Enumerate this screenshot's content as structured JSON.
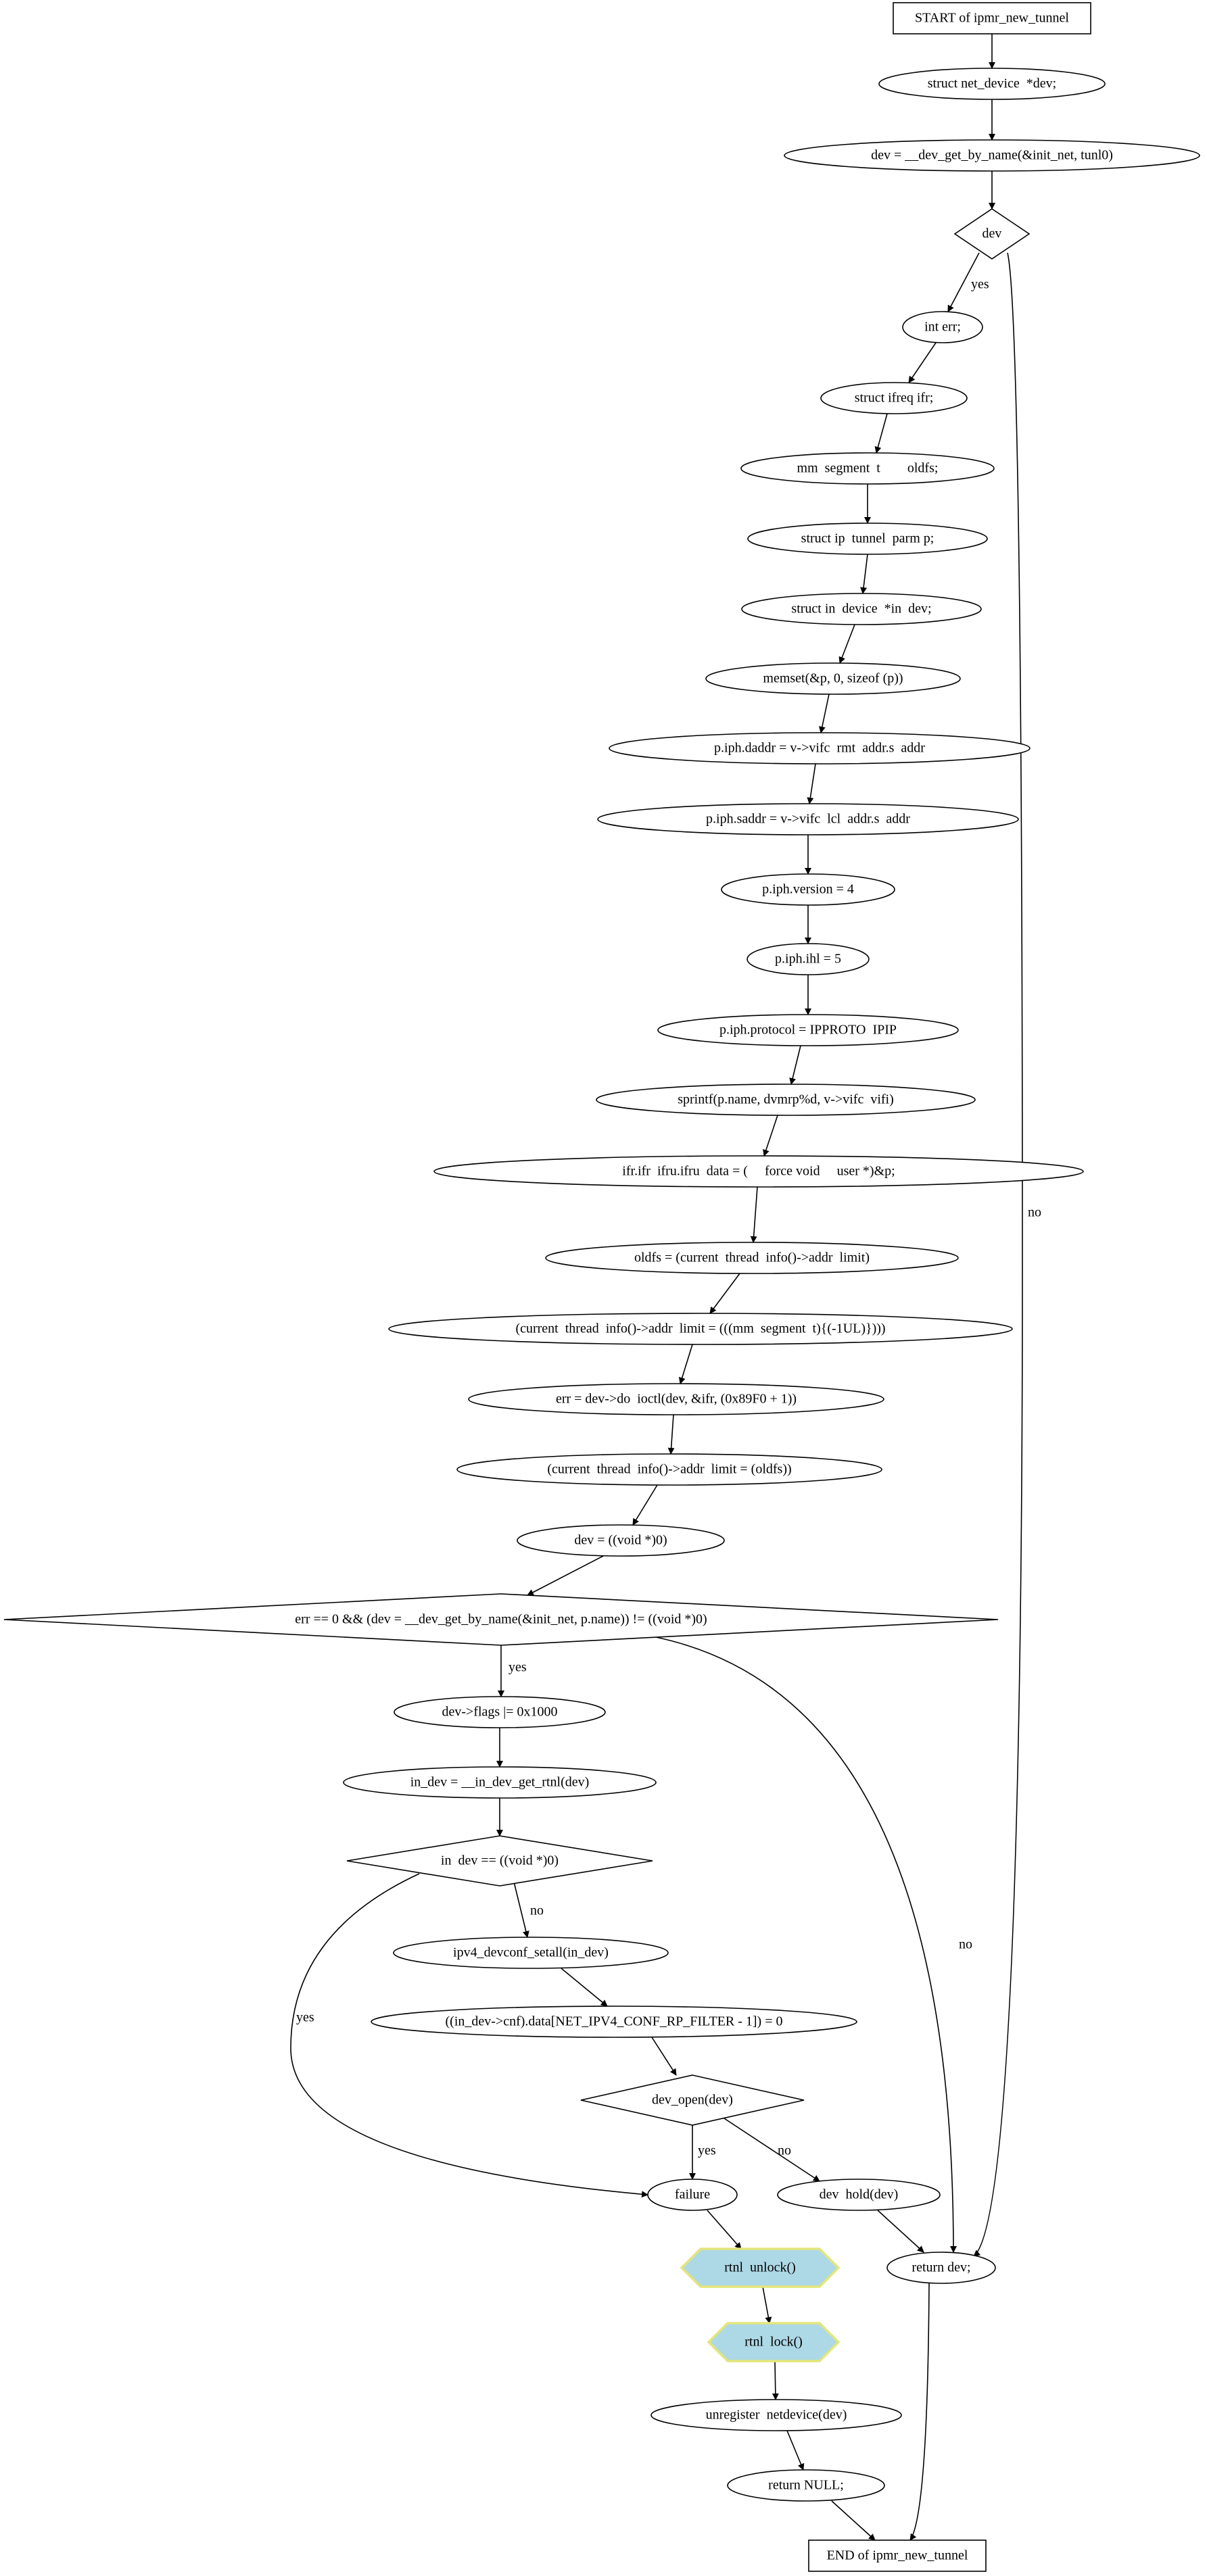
{
  "diagram": {
    "nodes": [
      {
        "id": "n0",
        "label": "START of ipmr_new_tunnel",
        "shape": "box"
      },
      {
        "id": "n1",
        "label": "struct net_device  *dev;",
        "shape": "ellipse"
      },
      {
        "id": "n2",
        "label": "dev = __dev_get_by_name(&init_net, tunl0)",
        "shape": "ellipse"
      },
      {
        "id": "n3",
        "label": "dev",
        "shape": "diamond"
      },
      {
        "id": "n4",
        "label": "int err;",
        "shape": "ellipse"
      },
      {
        "id": "n5",
        "label": "struct ifreq ifr;",
        "shape": "ellipse"
      },
      {
        "id": "n6",
        "label": "mm  segment  t        oldfs;",
        "shape": "ellipse"
      },
      {
        "id": "n7",
        "label": "struct ip  tunnel  parm p;",
        "shape": "ellipse"
      },
      {
        "id": "n8",
        "label": "struct in  device  *in  dev;",
        "shape": "ellipse"
      },
      {
        "id": "n9",
        "label": "memset(&p, 0, sizeof (p))",
        "shape": "ellipse"
      },
      {
        "id": "n10",
        "label": "p.iph.daddr = v->vifc  rmt  addr.s  addr",
        "shape": "ellipse"
      },
      {
        "id": "n11",
        "label": "p.iph.saddr = v->vifc  lcl  addr.s  addr",
        "shape": "ellipse"
      },
      {
        "id": "n12",
        "label": "p.iph.version = 4",
        "shape": "ellipse"
      },
      {
        "id": "n13",
        "label": "p.iph.ihl = 5",
        "shape": "ellipse"
      },
      {
        "id": "n14",
        "label": "p.iph.protocol = IPPROTO  IPIP",
        "shape": "ellipse"
      },
      {
        "id": "n15",
        "label": "sprintf(p.name, dvmrp%d, v->vifc  vifi)",
        "shape": "ellipse"
      },
      {
        "id": "n16",
        "label": "ifr.ifr  ifru.ifru  data = (     force void     user *)&p;",
        "shape": "ellipse"
      },
      {
        "id": "n17",
        "label": "oldfs = (current  thread  info()->addr  limit)",
        "shape": "ellipse"
      },
      {
        "id": "n18",
        "label": "(current  thread  info()->addr  limit = (((mm  segment  t){(-1UL)})))",
        "shape": "ellipse"
      },
      {
        "id": "n19",
        "label": "err = dev->do  ioctl(dev, &ifr, (0x89F0 + 1))",
        "shape": "ellipse"
      },
      {
        "id": "n20",
        "label": "(current  thread  info()->addr  limit = (oldfs))",
        "shape": "ellipse"
      },
      {
        "id": "n21",
        "label": "dev = ((void *)0)",
        "shape": "ellipse"
      },
      {
        "id": "n22",
        "label": "err == 0 && (dev = __dev_get_by_name(&init_net, p.name)) != ((void *)0)",
        "shape": "diamond"
      },
      {
        "id": "n23",
        "label": "dev->flags |= 0x1000",
        "shape": "ellipse"
      },
      {
        "id": "n24",
        "label": "in_dev = __in_dev_get_rtnl(dev)",
        "shape": "ellipse"
      },
      {
        "id": "n25",
        "label": "in  dev == ((void *)0)",
        "shape": "diamond"
      },
      {
        "id": "n26",
        "label": "ipv4_devconf_setall(in_dev)",
        "shape": "ellipse"
      },
      {
        "id": "n27",
        "label": "((in_dev->cnf).data[NET_IPV4_CONF_RP_FILTER - 1]) = 0",
        "shape": "ellipse"
      },
      {
        "id": "n28",
        "label": "dev_open(dev)",
        "shape": "diamond"
      },
      {
        "id": "n29",
        "label": "failure",
        "shape": "ellipse"
      },
      {
        "id": "n30",
        "label": "dev  hold(dev)",
        "shape": "ellipse"
      },
      {
        "id": "n31",
        "label": "rtnl  unlock()",
        "shape": "hexagon"
      },
      {
        "id": "n32",
        "label": "return dev;",
        "shape": "ellipse"
      },
      {
        "id": "n33",
        "label": "rtnl  lock()",
        "shape": "hexagon"
      },
      {
        "id": "n34",
        "label": "unregister  netdevice(dev)",
        "shape": "ellipse"
      },
      {
        "id": "n35",
        "label": "return NULL;",
        "shape": "ellipse"
      },
      {
        "id": "n36",
        "label": "END of ipmr_new_tunnel",
        "shape": "box"
      }
    ],
    "edges": [
      {
        "from": "n0",
        "to": "n1",
        "label": ""
      },
      {
        "from": "n1",
        "to": "n2",
        "label": ""
      },
      {
        "from": "n2",
        "to": "n3",
        "label": ""
      },
      {
        "from": "n3",
        "to": "n4",
        "label": "yes"
      },
      {
        "from": "n3",
        "to": "n32",
        "label": "no"
      },
      {
        "from": "n4",
        "to": "n5",
        "label": ""
      },
      {
        "from": "n5",
        "to": "n6",
        "label": ""
      },
      {
        "from": "n6",
        "to": "n7",
        "label": ""
      },
      {
        "from": "n7",
        "to": "n8",
        "label": ""
      },
      {
        "from": "n8",
        "to": "n9",
        "label": ""
      },
      {
        "from": "n9",
        "to": "n10",
        "label": ""
      },
      {
        "from": "n10",
        "to": "n11",
        "label": ""
      },
      {
        "from": "n11",
        "to": "n12",
        "label": ""
      },
      {
        "from": "n12",
        "to": "n13",
        "label": ""
      },
      {
        "from": "n13",
        "to": "n14",
        "label": ""
      },
      {
        "from": "n14",
        "to": "n15",
        "label": ""
      },
      {
        "from": "n15",
        "to": "n16",
        "label": ""
      },
      {
        "from": "n16",
        "to": "n17",
        "label": ""
      },
      {
        "from": "n17",
        "to": "n18",
        "label": ""
      },
      {
        "from": "n18",
        "to": "n19",
        "label": ""
      },
      {
        "from": "n19",
        "to": "n20",
        "label": ""
      },
      {
        "from": "n20",
        "to": "n21",
        "label": ""
      },
      {
        "from": "n21",
        "to": "n22",
        "label": ""
      },
      {
        "from": "n22",
        "to": "n23",
        "label": "yes"
      },
      {
        "from": "n22",
        "to": "n32",
        "label": "no"
      },
      {
        "from": "n23",
        "to": "n24",
        "label": ""
      },
      {
        "from": "n24",
        "to": "n25",
        "label": ""
      },
      {
        "from": "n25",
        "to": "n26",
        "label": "no"
      },
      {
        "from": "n25",
        "to": "n29",
        "label": "yes"
      },
      {
        "from": "n26",
        "to": "n27",
        "label": ""
      },
      {
        "from": "n27",
        "to": "n28",
        "label": ""
      },
      {
        "from": "n28",
        "to": "n29",
        "label": "yes"
      },
      {
        "from": "n28",
        "to": "n30",
        "label": "no"
      },
      {
        "from": "n29",
        "to": "n31",
        "label": ""
      },
      {
        "from": "n30",
        "to": "n32",
        "label": ""
      },
      {
        "from": "n31",
        "to": "n33",
        "label": ""
      },
      {
        "from": "n33",
        "to": "n34",
        "label": ""
      },
      {
        "from": "n34",
        "to": "n35",
        "label": ""
      },
      {
        "from": "n35",
        "to": "n36",
        "label": ""
      },
      {
        "from": "n32",
        "to": "n36",
        "label": ""
      }
    ],
    "colors": {
      "highlight_fill": "#add8e6",
      "highlight_border": "#e3e67a",
      "stroke": "#000000",
      "background": "#ffffff"
    }
  }
}
